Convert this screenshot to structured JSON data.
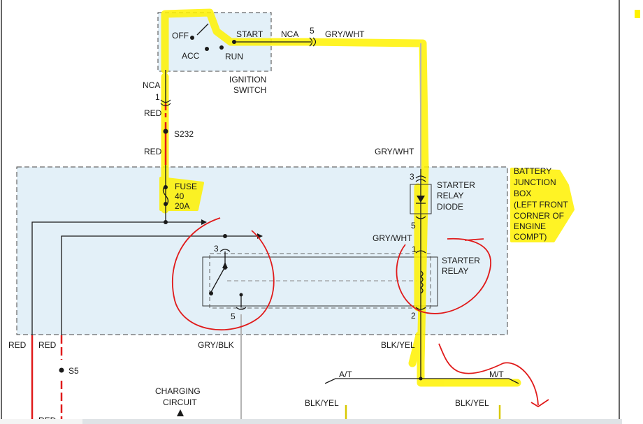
{
  "ignition_switch": {
    "off": "OFF",
    "start": "START",
    "acc": "ACC",
    "run": "RUN",
    "title_line1": "IGNITION",
    "title_line2": "SWITCH"
  },
  "connectors": {
    "nca_top": "NCA",
    "pin5_top": "5",
    "gry_wht_top": "GRY/WHT",
    "nca_left": "NCA",
    "pin1_left": "1"
  },
  "wires": {
    "red_1": "RED",
    "s232": "S232",
    "red_2": "RED",
    "gry_wht_right": "GRY/WHT",
    "gry_wht_mid": "GRY/WHT",
    "red_b1": "RED",
    "red_b2": "RED",
    "gry_blk": "GRY/BLK",
    "blk_yel": "BLK/YEL",
    "s5": "S5",
    "at": "A/T",
    "mt": "M/T",
    "blk_yel_left": "BLK/YEL",
    "blk_yel_right": "BLK/YEL",
    "red_cut": "RED"
  },
  "fuse": {
    "line1": "FUSE",
    "line2": "40",
    "line3": "20A"
  },
  "starter_relay_diode": {
    "pin3": "3",
    "pin5": "5",
    "line1": "STARTER",
    "line2": "RELAY",
    "line3": "DIODE"
  },
  "starter_relay": {
    "pin1": "1",
    "pin2": "2",
    "pin3": "3",
    "pin5": "5",
    "line1": "STARTER",
    "line2": "RELAY"
  },
  "battery_junction_box": {
    "lines": [
      "BATTERY",
      "JUNCTION",
      "BOX",
      "(LEFT FRONT",
      "CORNER OF",
      "ENGINE",
      "COMPT)"
    ]
  },
  "charging_circuit": {
    "line1": "CHARGING",
    "line2": "CIRCUIT"
  },
  "colors": {
    "box_fill": "#e3f0f8",
    "highlight": "#fff200",
    "wire_red": "#e01b1b",
    "wire_gray": "#b5b5b5",
    "ink": "#1a1a1a",
    "annotation_red": "#e01b1b"
  }
}
